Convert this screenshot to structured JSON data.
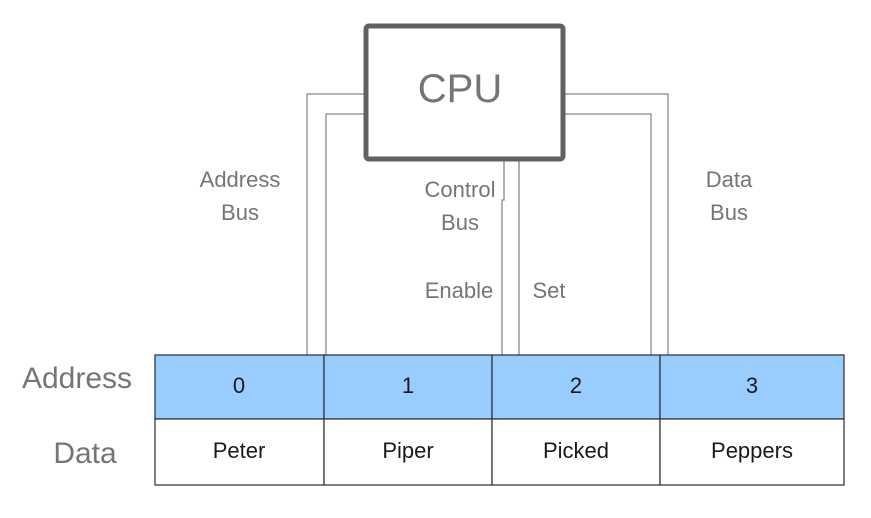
{
  "cpu": {
    "label": "CPU"
  },
  "buses": {
    "address": {
      "line1": "Address",
      "line2": "Bus"
    },
    "control": {
      "line1": "Control",
      "line2": "Bus",
      "enable": "Enable",
      "set": "Set"
    },
    "data": {
      "line1": "Data",
      "line2": "Bus"
    }
  },
  "memory": {
    "address_label": "Address",
    "data_label": "Data",
    "addresses": [
      "0",
      "1",
      "2",
      "3"
    ],
    "values": [
      "Peter",
      "Piper",
      "Picked",
      "Peppers"
    ]
  },
  "colors": {
    "address_row_fill": "#99ccff",
    "data_row_fill": "#ffffff",
    "cpu_border": "#616161",
    "bus_line": "#888888",
    "label_text": "#757575"
  }
}
